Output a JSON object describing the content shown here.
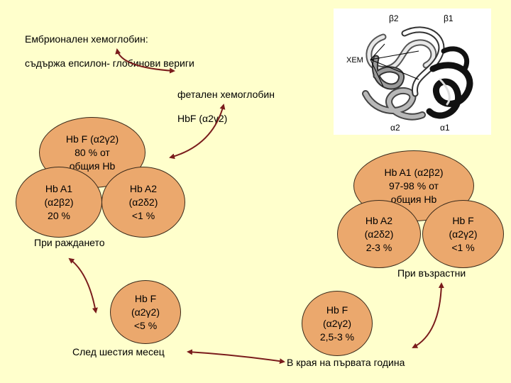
{
  "embryonic": {
    "line1": "Ембрионален хемоглобин:",
    "line2": "съдържа епсилон- глобинови вериги"
  },
  "fetal": {
    "line1": "фетален хемоглобин",
    "line2": "HbF (α2γ2)"
  },
  "figure": {
    "beta2": "β2",
    "beta1": "β1",
    "heme": "ХЕМ",
    "alpha2": "α2",
    "alpha1": "α1"
  },
  "birth": {
    "main": {
      "l1": "Hb F (α2γ2)",
      "l2": "80 % от",
      "l3": "общия Hb"
    },
    "a1": {
      "l1": "Hb A1",
      "l2": "(α2β2)",
      "l3": "20 %"
    },
    "a2": {
      "l1": "Hb A2",
      "l2": "(α2δ2)",
      "l3": "<1 %"
    },
    "label": "При раждането"
  },
  "adult": {
    "main": {
      "l1": "Hb A1 (α2β2)",
      "l2": "97-98 % от",
      "l3": "общия Hb"
    },
    "a2": {
      "l1": "Hb A2",
      "l2": "(α2δ2)",
      "l3": "2-3 %"
    },
    "f": {
      "l1": "Hb F",
      "l2": "(α2γ2)",
      "l3": "<1 %"
    },
    "label": "При възрастни"
  },
  "six_months": {
    "oval": {
      "l1": "Hb F",
      "l2": "(α2γ2)",
      "l3": "<5 %"
    },
    "label": "След шестия месец"
  },
  "first_year": {
    "oval": {
      "l1": "Hb F",
      "l2": "(α2γ2)",
      "l3": "2,5-3 %"
    },
    "label": "В края на първата година"
  },
  "colors": {
    "background": "#ffffcc",
    "oval_fill": "#eba86d",
    "arrow": "#7a1c1c"
  }
}
